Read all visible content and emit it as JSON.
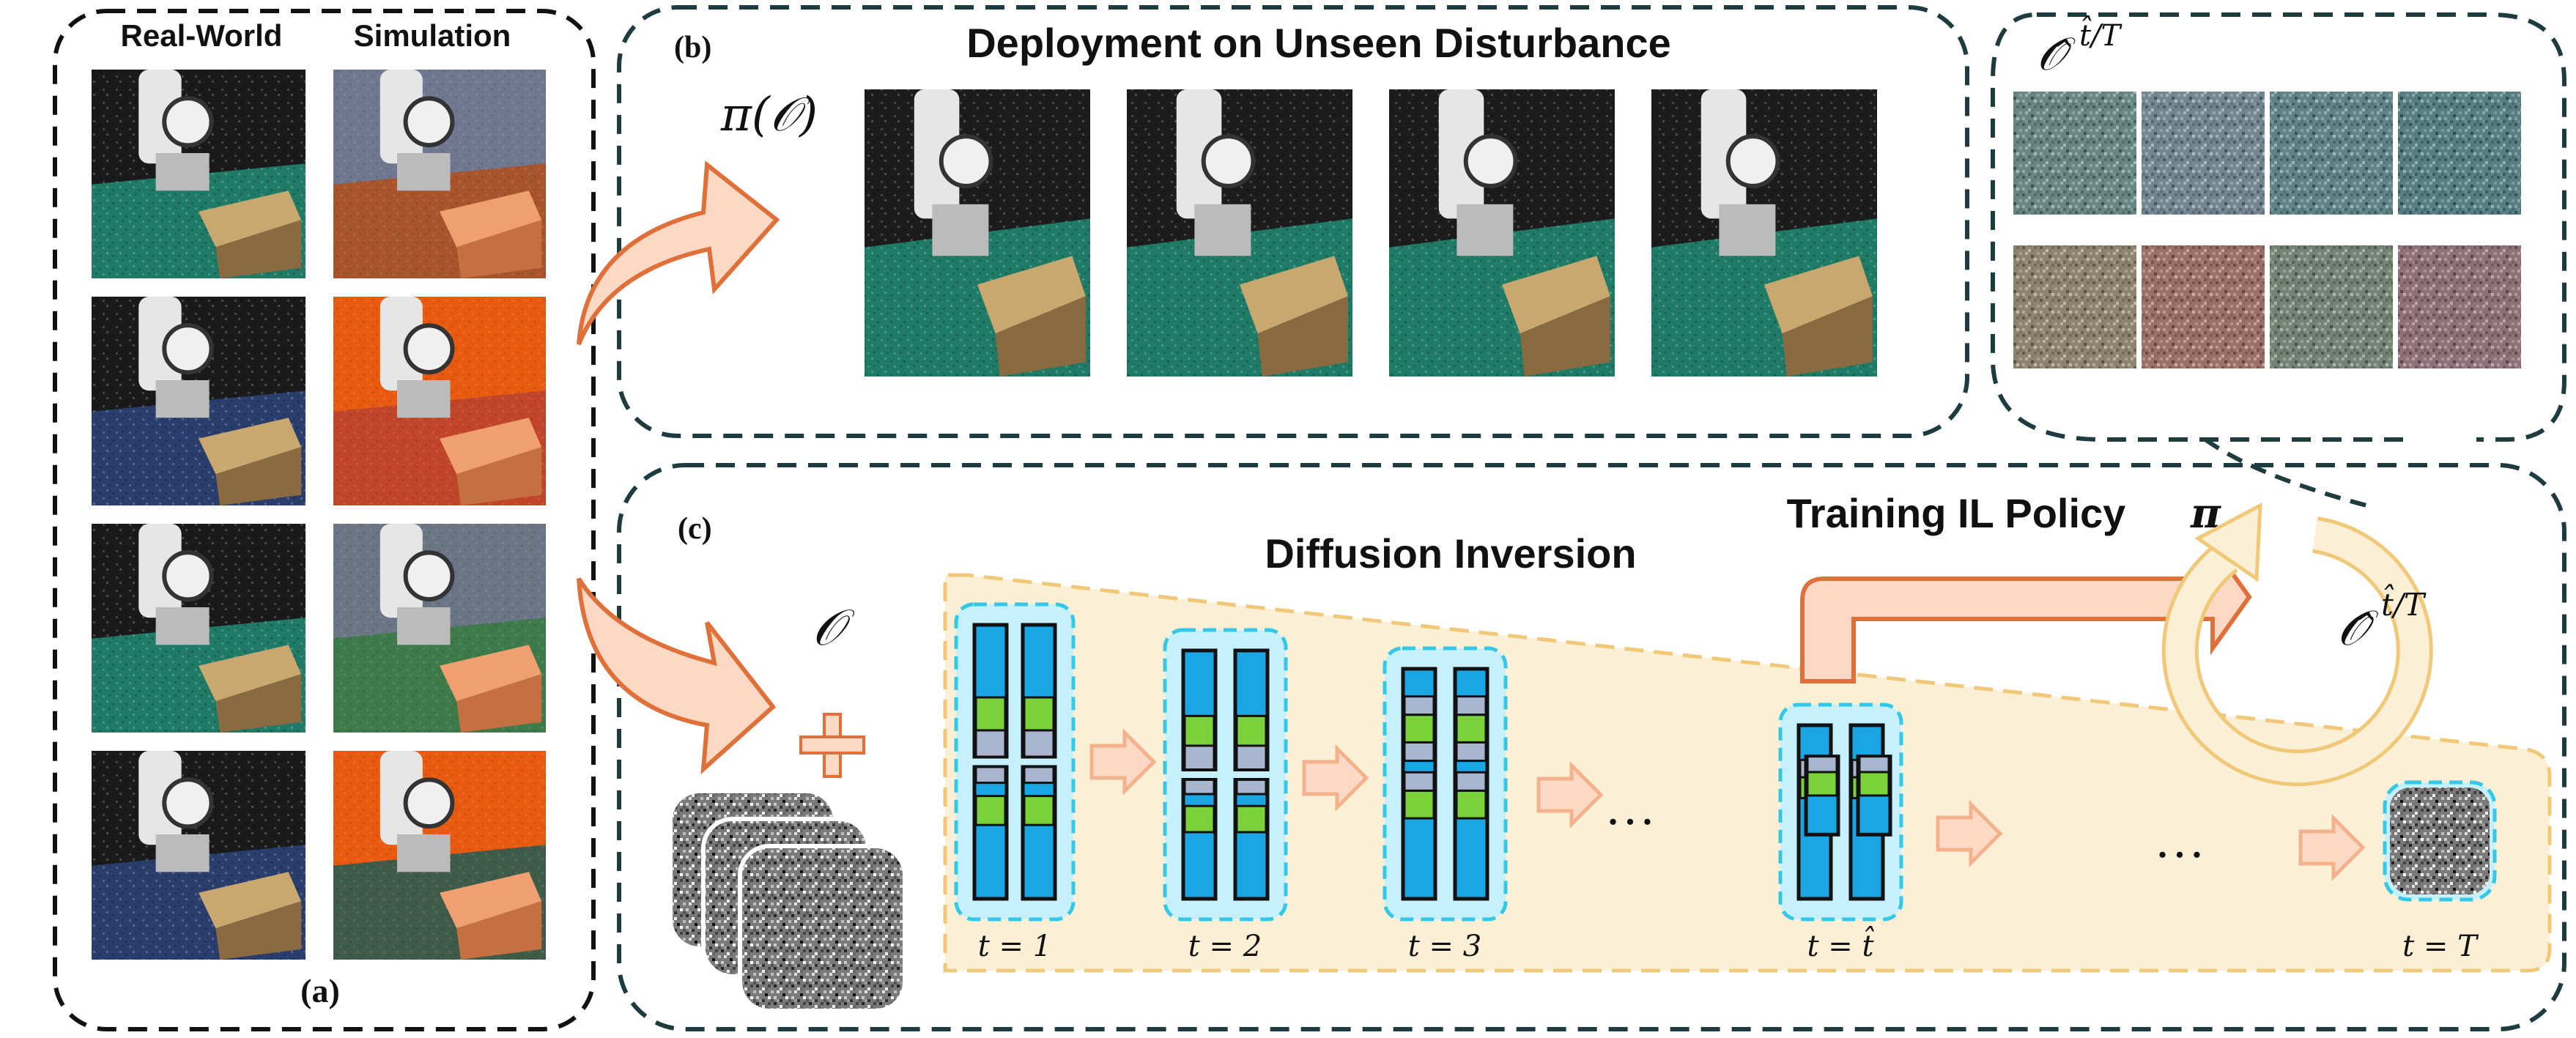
{
  "panel_a": {
    "label": "(a)",
    "col_real": "Real-World",
    "col_sim": "Simulation",
    "rows": [
      {
        "real_table": "#1f7a66",
        "sim_table": "#a8542c",
        "sim_bg": "#6f7890"
      },
      {
        "real_table": "#2a3e6e",
        "sim_table": "#c0452a",
        "sim_bg": "#e85a10"
      },
      {
        "real_table": "#1f7a66",
        "sim_table": "#3f7a4a",
        "sim_bg": "#6a7586"
      },
      {
        "real_table": "#2a3e6e",
        "sim_table": "#3f5b4a",
        "sim_bg": "#e85a10"
      }
    ]
  },
  "panel_b": {
    "label": "(b)",
    "title": "Deployment on Unseen Disturbance",
    "policy": "π(𝒪)",
    "frames": 4
  },
  "panel_top_right": {
    "title": "𝒪̂",
    "title_sup": "t̂/T",
    "tiles_row1": [
      "#5c8f8a",
      "#6f8fa0",
      "#4f8a8e",
      "#3f7f88"
    ],
    "tiles_row2": [
      "#9a8a6a",
      "#b46a58",
      "#6f8a70",
      "#a06a78"
    ]
  },
  "panel_c": {
    "label": "(c)",
    "inversion_title": "Diffusion Inversion",
    "training_title": "Training IL Policy",
    "training_pi": "π",
    "obs_symbol": "𝒪",
    "plus": "+",
    "cycle_symbol": "𝒪̂",
    "cycle_sup": "t̂/T",
    "steps": [
      {
        "label": "t = 1"
      },
      {
        "label": "t = 2"
      },
      {
        "label": "t = 3"
      },
      {
        "label": "t = t̂"
      },
      {
        "label": "t = T"
      }
    ],
    "ellipsis_1": "…",
    "ellipsis_2": "…"
  },
  "colors": {
    "dash": "#1e3b3f",
    "arrow_fill": "#fbd9c4",
    "arrow_stroke": "#e0703a",
    "wedge": "#fbefd6",
    "wedge_border": "#f0c878",
    "token_bg": "#c6f0fb",
    "token_border": "#35c8e6",
    "bar_blue": "#1aa6e4",
    "bar_green": "#7ad13a",
    "bar_grey": "#a9b6d0"
  }
}
